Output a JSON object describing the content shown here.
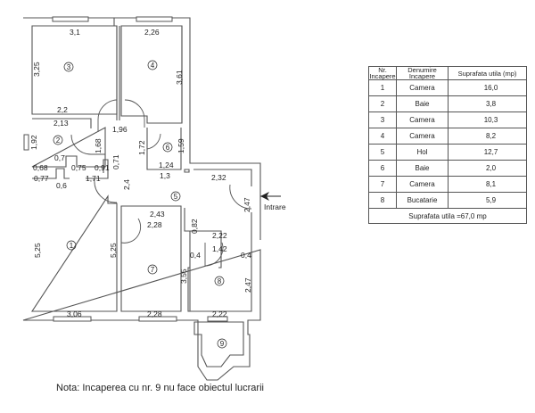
{
  "plan": {
    "dimensions": {
      "r3_top": "3,1",
      "r3_left": "3,25",
      "r3_bottom": "2,2",
      "r4_top": "2,26",
      "r4_right": "3,61",
      "r2_top": "2,13",
      "r2_left": "1,92",
      "r2_door": "1,68",
      "r2_a": "0,7",
      "r2_b": "0,68",
      "r2_c": "0,75",
      "r2_d": "0,91",
      "r2_e": "0,71",
      "hall_a": "1,96",
      "r6_left": "1,72",
      "r6_right": "1,59",
      "r6_bottom": "1,24",
      "hall_b": "1,3",
      "hall_c": "2,32",
      "entry_side": "2,47",
      "r1_a": "0,77",
      "r1_b": "0,6",
      "r1_c": "1,71",
      "hall_d": "2,4",
      "r1_left": "5,25",
      "r1_right": "5,25",
      "r1_bottom": "3,06",
      "hall_e": "2,43",
      "r7_top": "2,28",
      "r7_right": "3,55",
      "r7_bottom": "2,28",
      "hall_f": "0,82",
      "r8_top": "2,22",
      "r8_door": "1,42",
      "r8_l": "0,4",
      "r8_r": "0,4",
      "r8_right": "2,47",
      "r8_bottom": "2,22"
    },
    "room_numbers": [
      "1",
      "2",
      "3",
      "4",
      "5",
      "6",
      "7",
      "8",
      "9"
    ],
    "entry_label": "Intrare"
  },
  "table": {
    "headers": {
      "nr": [
        "Nr.",
        "Incapere"
      ],
      "name": [
        "Denumire",
        "Incapere"
      ],
      "area": "Suprafata utila (mp)"
    },
    "rows": [
      {
        "nr": "1",
        "name": "Camera",
        "area": "16,0"
      },
      {
        "nr": "2",
        "name": "Baie",
        "area": "3,8"
      },
      {
        "nr": "3",
        "name": "Camera",
        "area": "10,3"
      },
      {
        "nr": "4",
        "name": "Camera",
        "area": "8,2"
      },
      {
        "nr": "5",
        "name": "Hol",
        "area": "12,7"
      },
      {
        "nr": "6",
        "name": "Baie",
        "area": "2,0"
      },
      {
        "nr": "7",
        "name": "Camera",
        "area": "8,1"
      },
      {
        "nr": "8",
        "name": "Bucatarie",
        "area": "5,9"
      }
    ],
    "total": "Suprafata utila =67,0 mp"
  },
  "note": "Nota: Incaperea cu nr. 9 nu face obiectul lucrarii"
}
